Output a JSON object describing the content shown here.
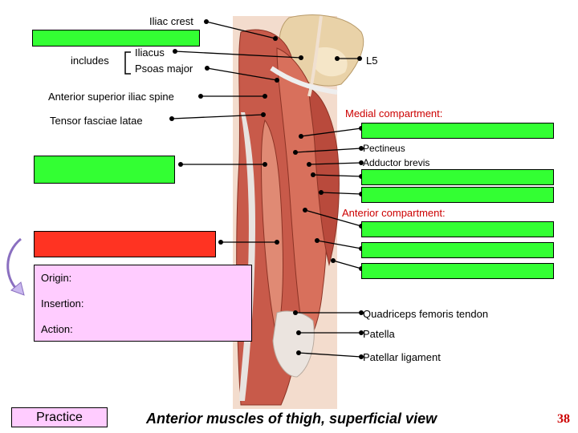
{
  "labels": {
    "iliac_crest": "Iliac crest",
    "includes": "includes",
    "iliacus": "Iliacus",
    "psoas_major": "Psoas major",
    "l5": "L5",
    "asis": "Anterior superior iliac spine",
    "tensor": "Tensor fasciae latae",
    "medial_compartment": "Medial compartment:",
    "pectineus": "Pectineus",
    "adductor_brevis": "Adductor brevis",
    "anterior_compartment": "Anterior compartment:",
    "origin": "Origin:",
    "insertion": "Insertion:",
    "action": "Action:",
    "quad_tendon": "Quadriceps femoris tendon",
    "patella": "Patella",
    "patellar_ligament": "Patellar ligament"
  },
  "footer": {
    "practice": "Practice",
    "caption": "Anterior muscles of thigh, superficial view",
    "page_number": "38"
  },
  "colors": {
    "answer_box_green": "#33ff33",
    "answer_box_red": "#ff3322",
    "info_box_pink": "#ffccff",
    "accent_red": "#cc0000"
  }
}
